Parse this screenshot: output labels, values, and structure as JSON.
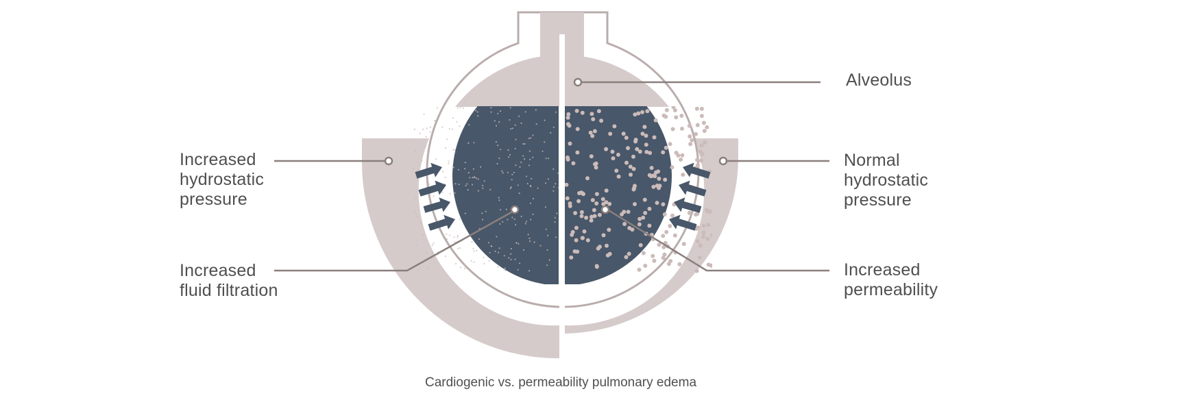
{
  "colors": {
    "background": "#ffffff",
    "tissue": "#d5cbca",
    "outline": "#b9adac",
    "fluid": "#485769",
    "arrow": "#485769",
    "leader_line": "#8a7f7d",
    "label_text": "#4f4f4f",
    "particles": "#cbbbb9"
  },
  "labels": {
    "alveolus": "Alveolus",
    "left_pressure": [
      "Increased",
      "hydrostatic",
      "pressure"
    ],
    "left_filtration": [
      "Increased",
      "fluid filtration"
    ],
    "right_pressure": [
      "Normal",
      "hydrostatic",
      "pressure"
    ],
    "right_permeability": [
      "Increased",
      "permeability"
    ]
  },
  "caption": "Cardiogenic vs. permeability pulmonary edema",
  "icons": {
    "left_arrows": "right-arrow-icon",
    "right_arrows": "left-arrow-icon"
  }
}
